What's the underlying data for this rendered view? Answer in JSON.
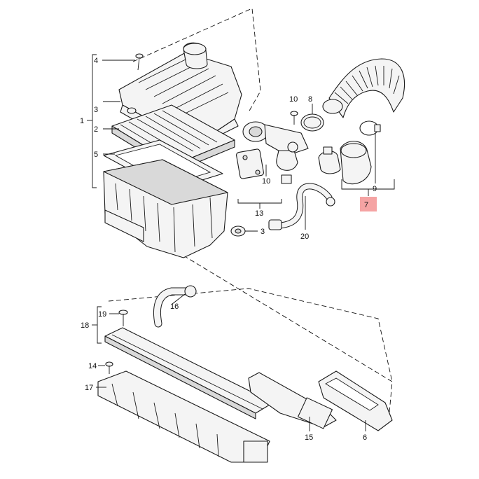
{
  "callouts": {
    "c1": "1",
    "c2": "2",
    "c3a": "3",
    "c3b": "3",
    "c4": "4",
    "c5": "5",
    "c6": "6",
    "c7": "7",
    "c8": "8",
    "c9": "9",
    "c10a": "10",
    "c10b": "10",
    "c13": "13",
    "c14": "14",
    "c15": "15",
    "c16": "16",
    "c17": "17",
    "c18": "18",
    "c19": "19",
    "c20": "20"
  },
  "colors": {
    "highlight": "#f5a3a3",
    "line": "#1a1a1a",
    "fill": "#f4f4f4"
  }
}
